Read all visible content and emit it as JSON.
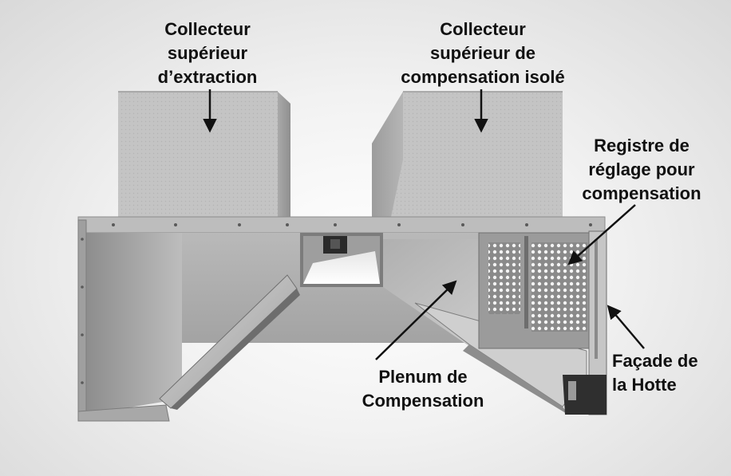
{
  "labels": {
    "extraction_collector": [
      "Collecteur",
      "supérieur",
      "d’extraction"
    ],
    "compensation_collector": [
      "Collecteur",
      "supérieur de",
      "compensation isolé"
    ],
    "adjustment_register": [
      "Registre de",
      "réglage pour",
      "compensation"
    ],
    "compensation_plenum": [
      "Plenum de",
      "Compensation"
    ],
    "hood_facade": [
      "Façade de",
      "la Hotte"
    ]
  },
  "colors": {
    "metal_light": "#c9c9c9",
    "metal_mid": "#a7a7a7",
    "metal_dark": "#6f6f6f",
    "label_text": "#111111",
    "arrow": "#111111"
  }
}
